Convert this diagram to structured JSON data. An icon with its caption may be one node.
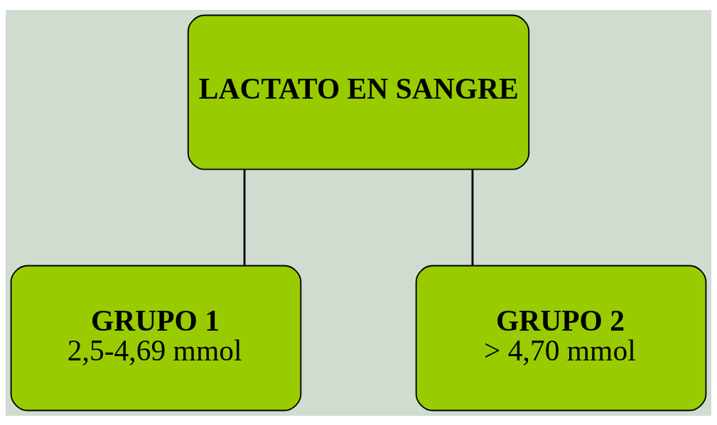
{
  "diagram": {
    "nodes": [
      {
        "text": [
          "LACTATO EN SANGRE"
        ]
      },
      {
        "text": [
          "GRUPO 1",
          "2,5-4,69 mmol"
        ]
      },
      {
        "text": [
          "GRUPO 2",
          "> 4,70 mmol"
        ]
      }
    ],
    "edges": [
      {
        "from": 0,
        "to": 1,
        "arrow": "none"
      },
      {
        "from": 0,
        "to": 2,
        "arrow": "none"
      }
    ]
  }
}
